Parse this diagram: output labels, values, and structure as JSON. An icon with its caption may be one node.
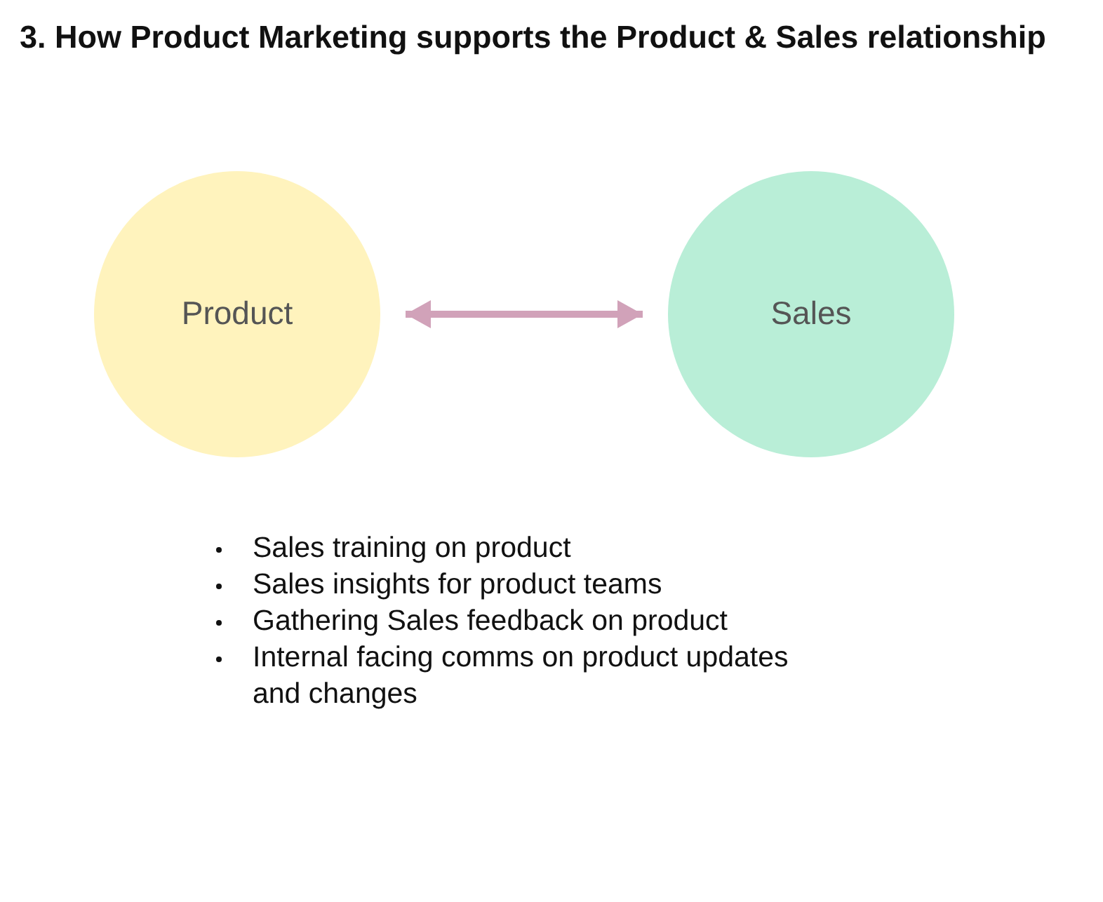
{
  "diagram": {
    "title": "3. How Product Marketing supports the Product & Sales relationship",
    "nodes": [
      {
        "text": [
          "Product"
        ]
      },
      {
        "text": [
          "Sales"
        ]
      }
    ],
    "edges": [
      {
        "from": 0,
        "to": 1,
        "arrow": "both"
      }
    ],
    "labels": [
      "Sales training on product",
      "Sales insights for product teams",
      "Gathering Sales feedback on product",
      "Internal facing comms on product updates and changes"
    ]
  }
}
